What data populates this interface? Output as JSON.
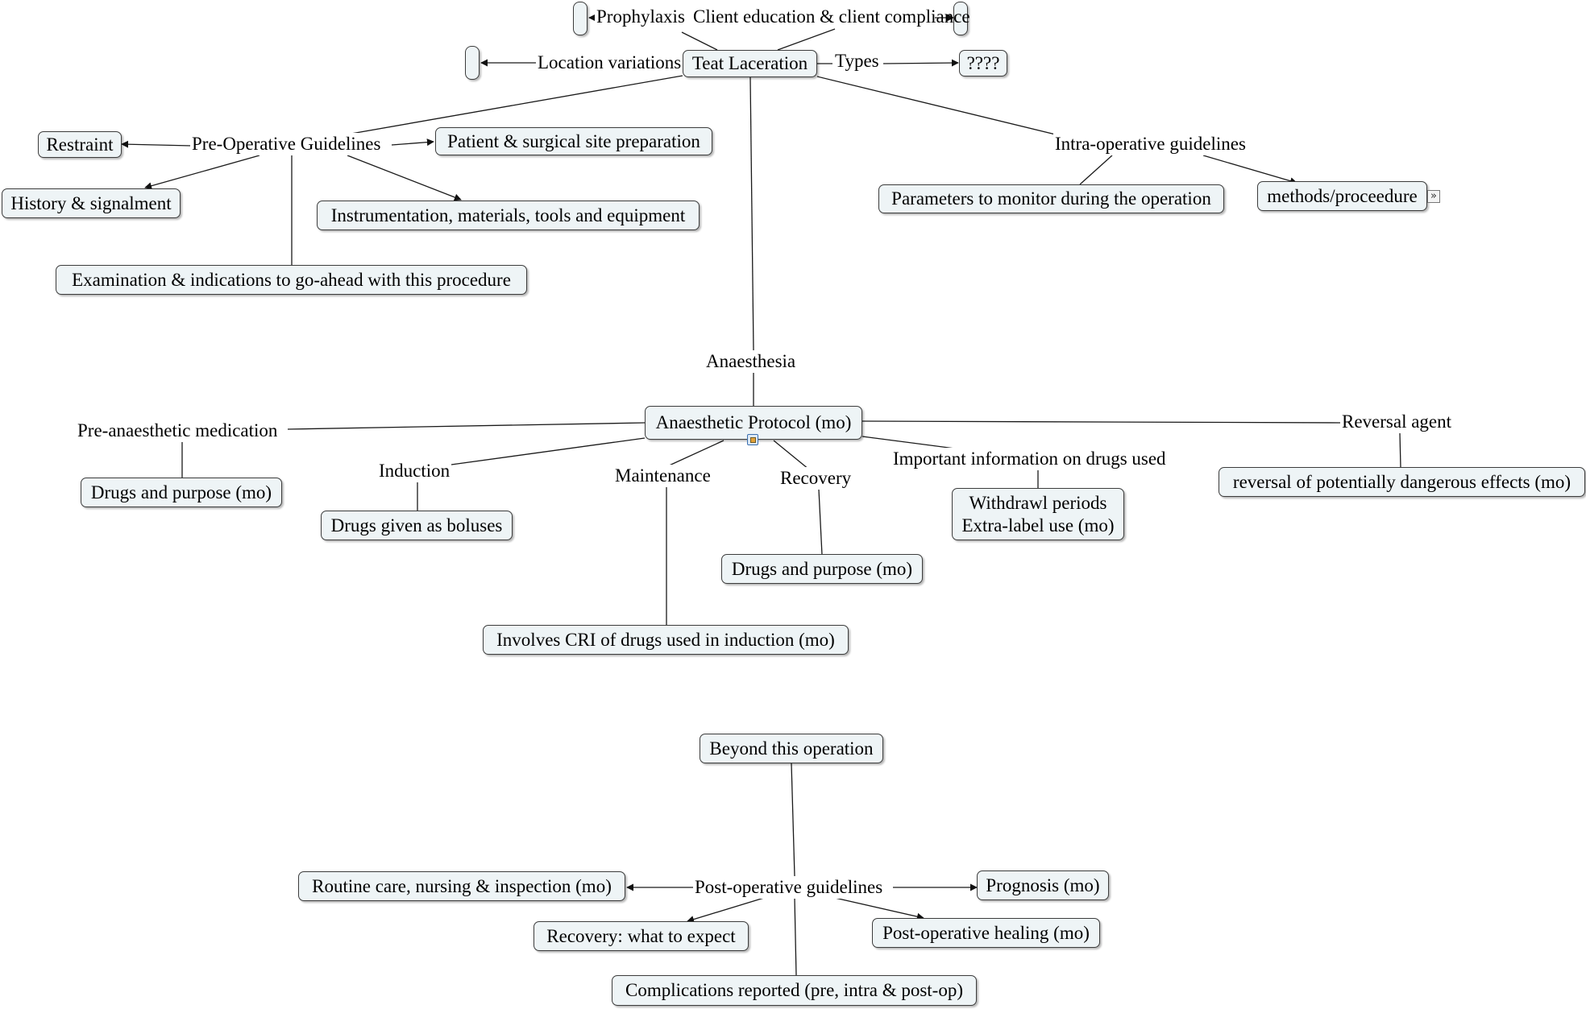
{
  "diagram": {
    "center": "Teat Laceration",
    "top": {
      "prophylaxis": "Prophylaxis",
      "client_education": "Client education & client compliance",
      "location_variations": "Location variations",
      "types": "Types",
      "types_target": "????"
    },
    "pre_op": {
      "label": "Pre-Operative Guidelines",
      "restraint": "Restraint",
      "patient_prep": "Patient & surgical site preparation",
      "history": "History & signalment",
      "instrumentation": "Instrumentation, materials, tools and equipment",
      "examination": "Examination & indications to go-ahead with this procedure"
    },
    "intra_op": {
      "label": "Intra-operative guidelines",
      "parameters": "Parameters to monitor during the operation",
      "methods": "methods/proceedure"
    },
    "anaesthesia": {
      "label": "Anaesthesia",
      "protocol": "Anaesthetic Protocol (mo)",
      "pre_med": {
        "label": "Pre-anaesthetic medication",
        "target": "Drugs and purpose (mo)"
      },
      "induction": {
        "label": "Induction",
        "target": "Drugs given as boluses"
      },
      "maintenance": {
        "label": "Maintenance",
        "target": "Involves CRI of drugs used in induction (mo)"
      },
      "recovery": {
        "label": "Recovery",
        "target": "Drugs and purpose (mo)"
      },
      "important_info": {
        "label": "Important information on drugs used",
        "target_line1": "Withdrawl periods",
        "target_line2": "Extra-label use (mo)"
      },
      "reversal": {
        "label": "Reversal agent",
        "target": "reversal of potentially dangerous effects (mo)"
      }
    },
    "post_op": {
      "beyond": "Beyond this operation",
      "label": "Post-operative guidelines",
      "routine_care": "Routine care, nursing & inspection (mo)",
      "prognosis": "Prognosis (mo)",
      "recovery_expect": "Recovery: what to expect",
      "healing": "Post-operative healing (mo)",
      "complications": "Complications reported (pre, intra & post-op)"
    },
    "icons": {
      "submap": "submap-icon",
      "expand": "expand-icon"
    }
  }
}
